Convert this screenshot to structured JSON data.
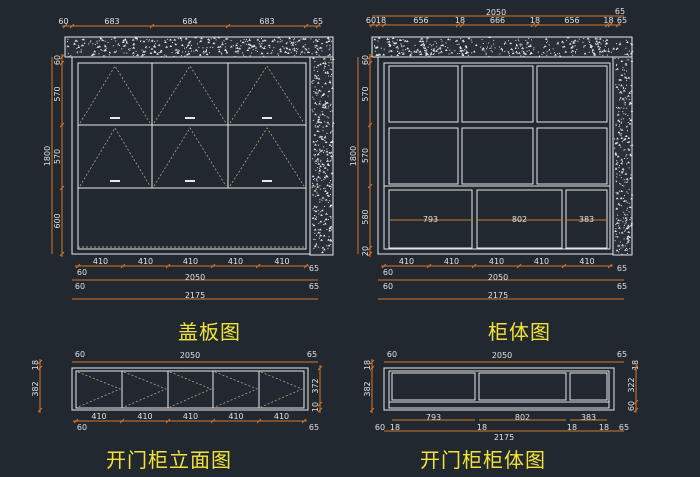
{
  "colors": {
    "background": "#212830",
    "line": "#e8e8e8",
    "dimension": "#d8762a",
    "dimension_text": "#e0e0e0",
    "caption": "#f2e33a",
    "dashed": "#b9a57a"
  },
  "captions": {
    "cover_panel": "盖板图",
    "cabinet_body": "柜体图",
    "open_door_elevation": "开门柜立面图",
    "open_door_body": "开门柜柜体图"
  },
  "cover_panel": {
    "top_dims": [
      "60",
      "683",
      "684",
      "683",
      "65"
    ],
    "left_overall": "1800",
    "left_dims": [
      "60",
      "570",
      "570",
      "600"
    ],
    "bottom_dims": [
      "410",
      "410",
      "410",
      "410",
      "410"
    ],
    "bottom_left": "60",
    "bottom_right": "65",
    "width_inner": "2050",
    "width_total": "2175"
  },
  "cabinet_body": {
    "top_overall": "2050",
    "top_dims": [
      "60",
      "18",
      "656",
      "18",
      "666",
      "18",
      "656",
      "18",
      "65"
    ],
    "top_right": "65",
    "left_overall": "1800",
    "left_dims": [
      "60",
      "570",
      "570",
      "580",
      "20"
    ],
    "inner_dims": [
      "793",
      "802",
      "383"
    ],
    "bottom_dims": [
      "410",
      "410",
      "410",
      "410",
      "410"
    ],
    "bottom_left": "60",
    "bottom_right": "65",
    "width_inner": "2050",
    "width_total": "2175"
  },
  "open_door_elevation": {
    "top_left": "60",
    "top_overall": "2050",
    "top_right": "65",
    "left_dims": [
      "18",
      "382"
    ],
    "right_dims": [
      "372",
      "10"
    ],
    "bottom_dims": [
      "410",
      "410",
      "410",
      "410",
      "410"
    ],
    "bottom_left": "60",
    "bottom_right": "65"
  },
  "open_door_body": {
    "top_left": "60",
    "top_overall": "2050",
    "top_right": "65",
    "right_top": "18",
    "left_dims": [
      "18",
      "382"
    ],
    "right_dims": [
      "322",
      "60"
    ],
    "inner_dims": [
      "793",
      "802",
      "383"
    ],
    "bottom_overall": "2175",
    "bottom_dims": [
      "60",
      "18",
      "18",
      "18",
      "18",
      "65"
    ]
  }
}
